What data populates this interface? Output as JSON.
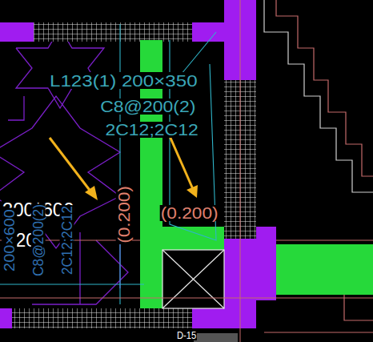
{
  "diagram": {
    "labels": [
      "L123(1) 200×350",
      "C8@200(2)",
      "2C12;2C12",
      "(0.200)",
      "(0.200)",
      "200*600",
      "C20",
      "200×600",
      "C8@200(2)",
      "2C12;2C12",
      "D-15"
    ]
  }
}
